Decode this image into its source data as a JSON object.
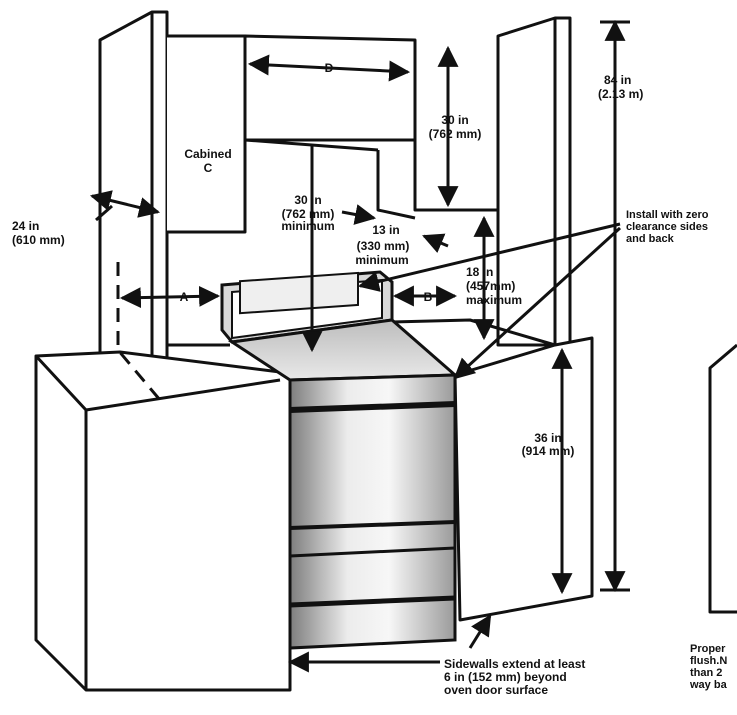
{
  "labels": {
    "dim_d": "D",
    "cabinet_c_line1": "Cabined",
    "cabinet_c_line2": "C",
    "upper_30_in": "30 in",
    "upper_30_mm": "(762 mm)",
    "h84_in": "84 in",
    "h84_m": "(2.13 m)",
    "depth24_in": "24 in",
    "depth24_mm": "(610 mm)",
    "hood30_in": "30 in",
    "hood30_mm": "(762 mm)",
    "hood30_min": "minimum",
    "c13_in": "13 in",
    "c13_mm": "(330 mm)",
    "c13_min": "minimum",
    "c18_in": "18 in",
    "c18_mm": "(457mm)",
    "c18_max": "maximum",
    "zero_line1": "Install with zero",
    "zero_line2": "clearance sides",
    "zero_line3": "and back",
    "dim_a": "A",
    "dim_b": "B",
    "counter36_in": "36 in",
    "counter36_mm": "(914 mm)",
    "sidewall_line1": "Sidewalls extend at least",
    "sidewall_line2": "6 in (152 mm) beyond",
    "sidewall_line3": "oven door surface",
    "proper_line1": "Proper",
    "proper_line2": "flush.N",
    "proper_line3": "than 2",
    "proper_line4": "way ba"
  },
  "colors": {
    "line": "#111111",
    "steel_light": "#e6e6e6",
    "steel_dark": "#8a8a8a",
    "cooktop": "#c8c8c8"
  }
}
